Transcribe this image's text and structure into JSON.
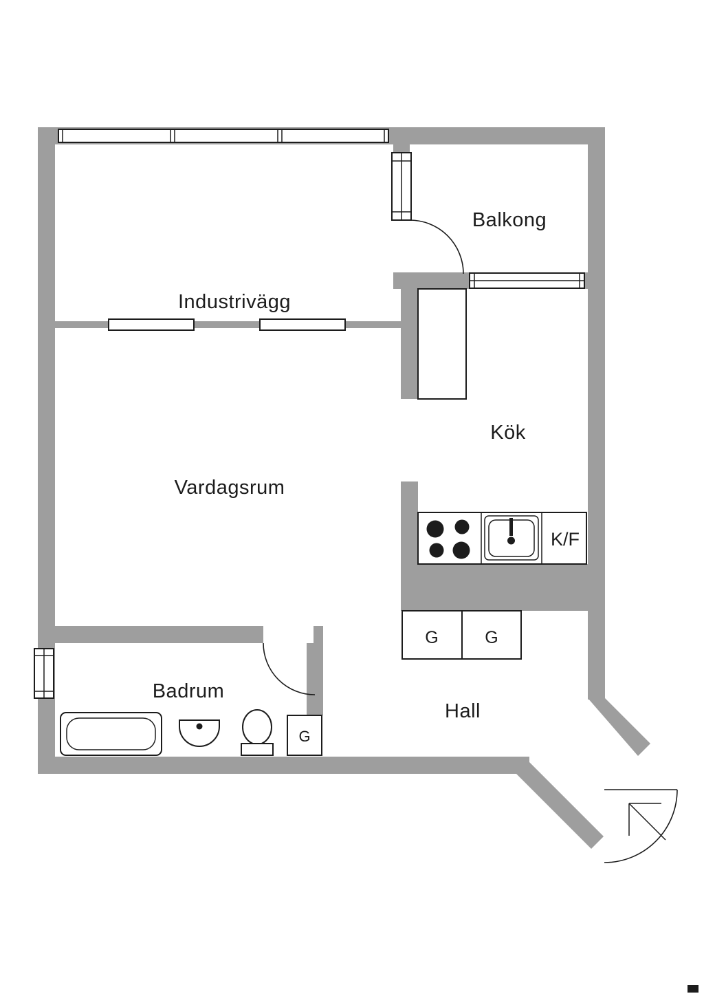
{
  "colors": {
    "wall": "#9e9e9e",
    "line": "#1c1c1c",
    "background": "#ffffff"
  },
  "rooms": {
    "balkong": {
      "label": "Balkong"
    },
    "industrivagg": {
      "label": "Industrivägg"
    },
    "kok": {
      "label": "Kök"
    },
    "vardagsrum": {
      "label": "Vardagsrum"
    },
    "badrum": {
      "label": "Badrum"
    },
    "hall": {
      "label": "Hall"
    }
  },
  "fixtures": {
    "fridge_freezer": {
      "label": "K/F"
    },
    "wardrobe_kitchen_1": {
      "label": "G"
    },
    "wardrobe_kitchen_2": {
      "label": "G"
    },
    "wardrobe_hall": {
      "label": "G"
    }
  },
  "icons": {
    "entrance_arrow": "arrow-up-left",
    "logo_mark": "solid-rectangle"
  }
}
